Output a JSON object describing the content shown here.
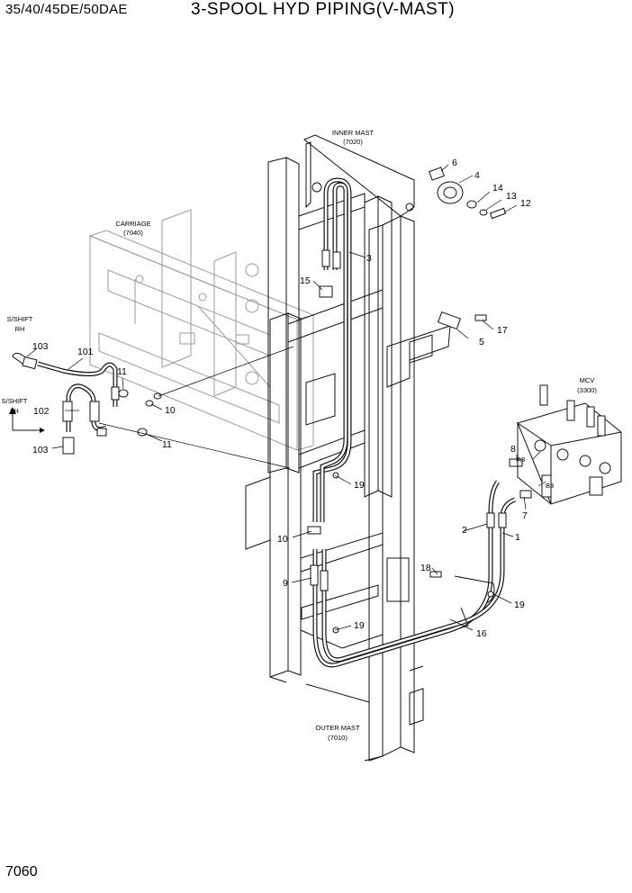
{
  "header": {
    "model": "35/40/45DE/50DAE",
    "title": "3-SPOOL HYD PIPING(V-MAST)"
  },
  "page_number": "7060",
  "assemblies": {
    "inner_mast": {
      "name": "INNER MAST",
      "code": "(7020)"
    },
    "carriage": {
      "name": "CARRIAGE",
      "code": "(7040)"
    },
    "outer_mast": {
      "name": "OUTER MAST",
      "code": "(7010)"
    },
    "mcv": {
      "name": "MCV",
      "code": "(3300)"
    }
  },
  "side_shift": {
    "rh_line1": "S/SHIFT",
    "rh_line2": "RH",
    "lh_line1": "S/SHIFT",
    "lh_line2": "LH"
  },
  "port_labels": {
    "a3": "A3",
    "b3": "B3"
  },
  "callouts": {
    "c1": "1",
    "c2": "2",
    "c3": "3",
    "c4": "4",
    "c5": "5",
    "c6": "6",
    "c7": "7",
    "c8": "8",
    "c9": "9",
    "c10a": "10",
    "c10b": "10",
    "c11a": "11",
    "c11b": "11",
    "c12": "12",
    "c13": "13",
    "c14": "14",
    "c15": "15",
    "c16": "16",
    "c17": "17",
    "c18": "18",
    "c19a": "19",
    "c19b": "19",
    "c19c": "19",
    "c101": "101",
    "c102": "102",
    "c103a": "103",
    "c103b": "103"
  }
}
